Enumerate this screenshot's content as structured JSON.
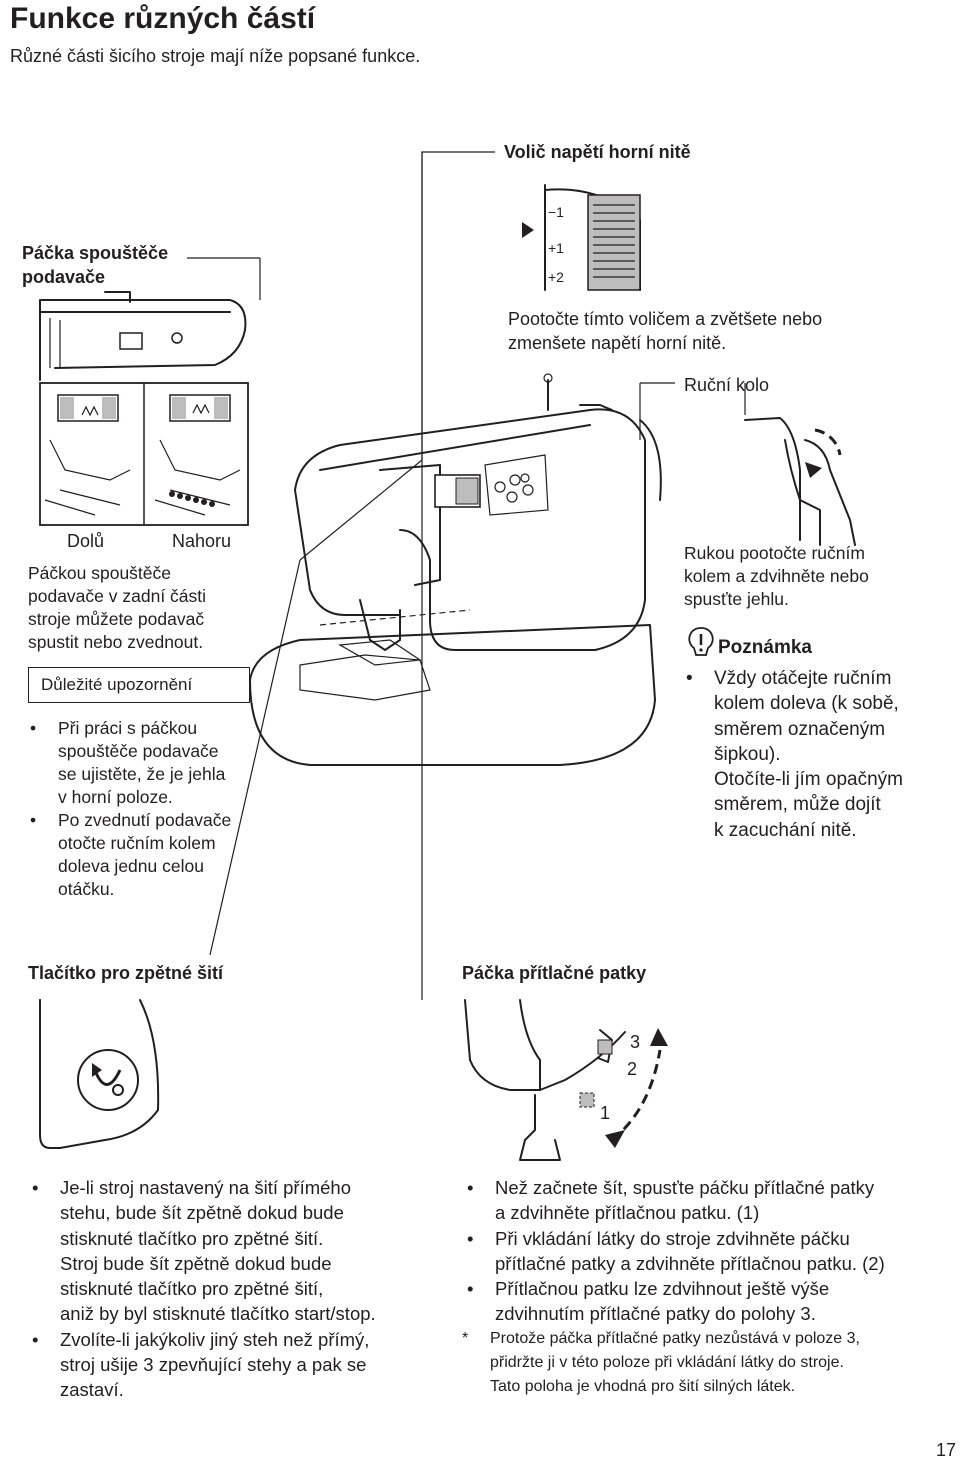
{
  "page": {
    "title": "Funkce různých částí",
    "subtitle": "Různé části šicího stroje mají níže popsané funkce.",
    "page_number": "17"
  },
  "top_labels": {
    "volic": "Volič napětí horní nitě",
    "packa_spoustece_line1": "Páčka spouštěče",
    "packa_spoustece_line2": "podavače",
    "pootocte_line1": "Pootočte tímto voličem a zvětšete nebo",
    "pootocte_line2": "zmenšete napětí horní nitě.",
    "rucni_kolo": "Ruční kolo",
    "dial_minus1": "−1",
    "dial_plus1": "+1",
    "dial_plus2": "+2"
  },
  "left_section": {
    "dolu": "Dolů",
    "nahoru": "Nahoru",
    "desc": [
      "Páčkou spouštěče",
      "podavače v zadní části",
      "stroje můžete podavač",
      "spustit nebo zvednout."
    ],
    "important_label": "Důležité upozornění",
    "bullets": [
      [
        "Při práci s páčkou",
        "spouštěče podavače",
        "se ujistěte, že je jehla",
        "v horní poloze."
      ],
      [
        "Po zvednutí podavače",
        "otočte ručním kolem",
        "doleva jednu celou",
        "otáčku."
      ]
    ]
  },
  "right_section": {
    "desc": [
      "Rukou pootočte ručním",
      "kolem a zdvihněte nebo",
      "spusťte jehlu."
    ],
    "note_title": "Poznámka",
    "note_bullet": [
      "Vždy otáčejte ručním",
      "kolem doleva (k sobě,",
      "směrem označeným",
      "šipkou).",
      "Otočíte-li jím opačným",
      "směrem, může dojít",
      "k zacuchání nitě."
    ]
  },
  "bottom_left": {
    "title": "Tlačítko pro zpětné šití",
    "bullets": [
      [
        "Je-li stroj nastavený na šití přímého",
        "stehu, bude šít zpětně dokud bude",
        "stisknuté tlačítko pro zpětné šití.",
        "Stroj bude šít zpětně dokud bude",
        "stisknuté tlačítko pro zpětné šití,",
        "aniž by byl stisknuté tlačítko start/stop."
      ],
      [
        "Zvolíte-li jakýkoliv jiný steh než přímý,",
        "stroj ušije 3 zpevňující stehy a pak se",
        "zastaví."
      ]
    ]
  },
  "bottom_right": {
    "title": "Páčka přítlačné patky",
    "pos3": "3",
    "pos2": "2",
    "pos1": "1",
    "bullets": [
      [
        "Než začnete šít, spusťte páčku přítlačné patky",
        "a zdvihněte přítlačnou patku. (1)"
      ],
      [
        "Při vkládání látky do stroje zdvihněte páčku",
        "přítlačné patky a zdvihněte přítlačnou patku. (2)"
      ],
      [
        "Přítlačnou patku lze zdvihnout ještě výše",
        "zdvihnutím přítlačné patky do polohy 3."
      ]
    ],
    "star_note": [
      "Protože páčka přítlačné patky nezůstává v poloze 3,",
      "přidržte ji v této poloze při vkládání látky do stroje.",
      "Tato poloha je vhodná pro šití silných látek."
    ]
  }
}
